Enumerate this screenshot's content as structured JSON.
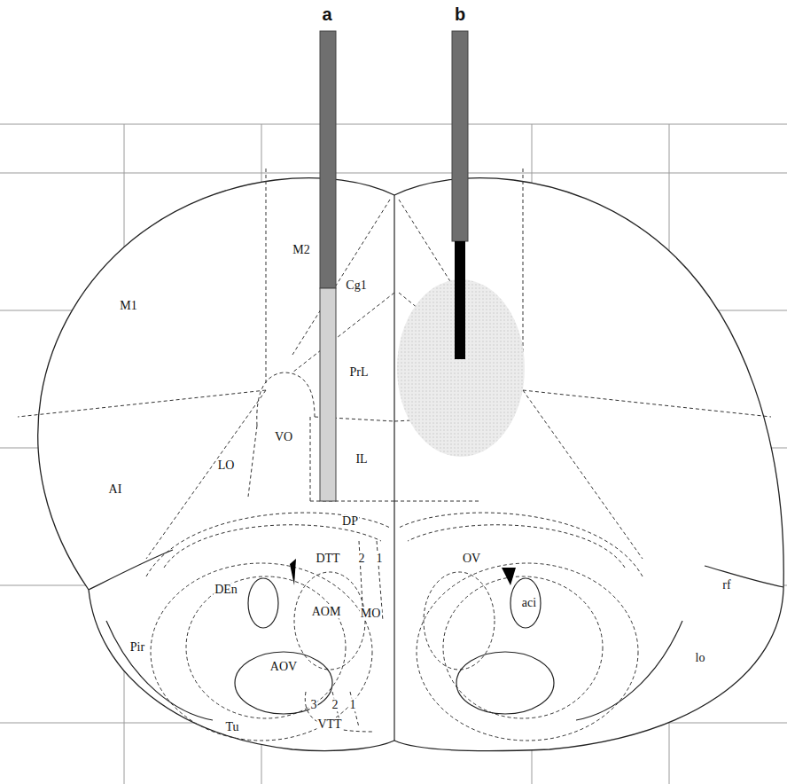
{
  "diagram": {
    "labels": [
      "a",
      "b",
      "M2",
      "Cg1",
      "M1",
      "PrL",
      "VO",
      "LO",
      "IL",
      "AI",
      "DP",
      "DTT",
      "2",
      "1",
      "DEn",
      "AOM",
      "MO",
      "OV",
      "aci",
      "rf",
      "Pir",
      "AOV",
      "3",
      "2",
      "1",
      "VTT",
      "Tu",
      "lo"
    ]
  }
}
